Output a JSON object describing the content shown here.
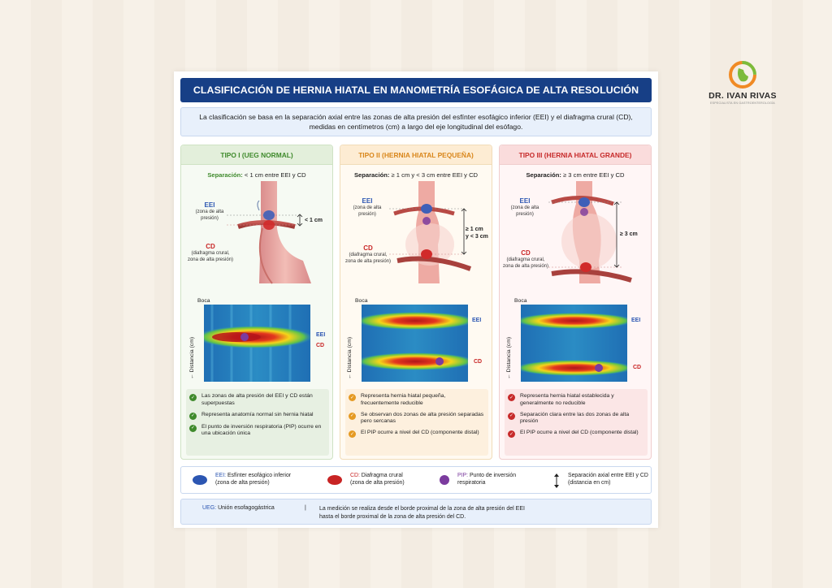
{
  "title": "CLASIFICACIÓN DE HERNIA HIATAL EN MANOMETRÍA ESOFÁGICA DE ALTA RESOLUCIÓN",
  "intro": {
    "line1": "La clasificación se basa en la separación axial entre las zonas de alta presión del esfínter esofágico inferior (EEI) y el diafragma crural (CD),",
    "line2": "medidas en centímetros (cm) a largo del eje longitudinal del esófago."
  },
  "columns": [
    {
      "title": "TIPO I (UEG NORMAL)",
      "separation_label": "Separación:",
      "separation_value": " < 1 cm entre EEI y CD",
      "distance_label": "< 1 cm",
      "bullets": [
        "Las zonas de alta presión del EEI y CD están superpuestas",
        "Representa anatomía normal sin hernia hiatal",
        "El punto de inversión respiratoria (PIP) ocurre en una ubicación única"
      ]
    },
    {
      "title": "TIPO II (HERNIA HIATAL PEQUEÑA)",
      "separation_label": "Separación:",
      "separation_value": " ≥ 1 cm y < 3 cm entre EEI y CD",
      "distance_label_1": "≥ 1 cm",
      "distance_label_2": "y < 3 cm",
      "bullets": [
        "Representa hernia hiatal pequeña, frecuentemente reducible",
        "Se observan dos zonas de alta presión separadas pero sercanas",
        "El PIP ocurre a nivel del CD (componente distal)"
      ]
    },
    {
      "title": "TIPO III (HERNIA HIATAL GRANDE)",
      "separation_label": "Separación:",
      "separation_value": " ≥ 3 cm entre EEI y CD",
      "distance_label": "≥ 3 cm",
      "bullets": [
        "Representa hernia hiatal establecida y generalmente no reducible",
        "Separación clara entre las dos zonas de alta presión",
        "El PIP ocurre a nivel del CD (componente distal)"
      ]
    }
  ],
  "labels": {
    "eei": "EEI",
    "eei_desc_1": "(zona de alta",
    "eei_desc_2": "presión)",
    "cd": "CD",
    "cd_desc_1": "(diafragma crural,",
    "cd_desc_2": "zona de alta presión)",
    "boca": "Boca",
    "distancia": "← Distancia (cm)"
  },
  "legend": {
    "eei_key": "EEI:",
    "eei_text_1": " Esfínter esofágico inferior",
    "eei_text_2": "(zona de alta presión)",
    "cd_key": "CD:",
    "cd_text_1": " Diafragma crural",
    "cd_text_2": "(zona de alta presión)",
    "pip_key": "PIP:",
    "pip_text_1": " Punto de inversión",
    "pip_text_2": "respiratoria",
    "sep_text_1": "Separación axial entre EEI y CD",
    "sep_text_2": "(distancia en cm)"
  },
  "footer": {
    "ueg_key": "UEG:",
    "ueg_text": " Unión esofagogástrica",
    "divider": "|",
    "med_1": "La medición se realiza desde el borde proximal de la zona de alta presión del EEI",
    "med_2": "hasta el borde proximal de la zona de alta presión del CD."
  },
  "logo": {
    "name": "DR. IVAN RIVAS",
    "subtitle": "ESPECIALISTA EN GASTROENTEROLOGÍA"
  },
  "colors": {
    "navy": "#173f86",
    "green": "#3f8a2c",
    "orange": "#d9861a",
    "red": "#c72b2b",
    "eei_blue": "#2c56b2",
    "cd_red": "#c82424",
    "pip_purple": "#7b3b9e"
  }
}
